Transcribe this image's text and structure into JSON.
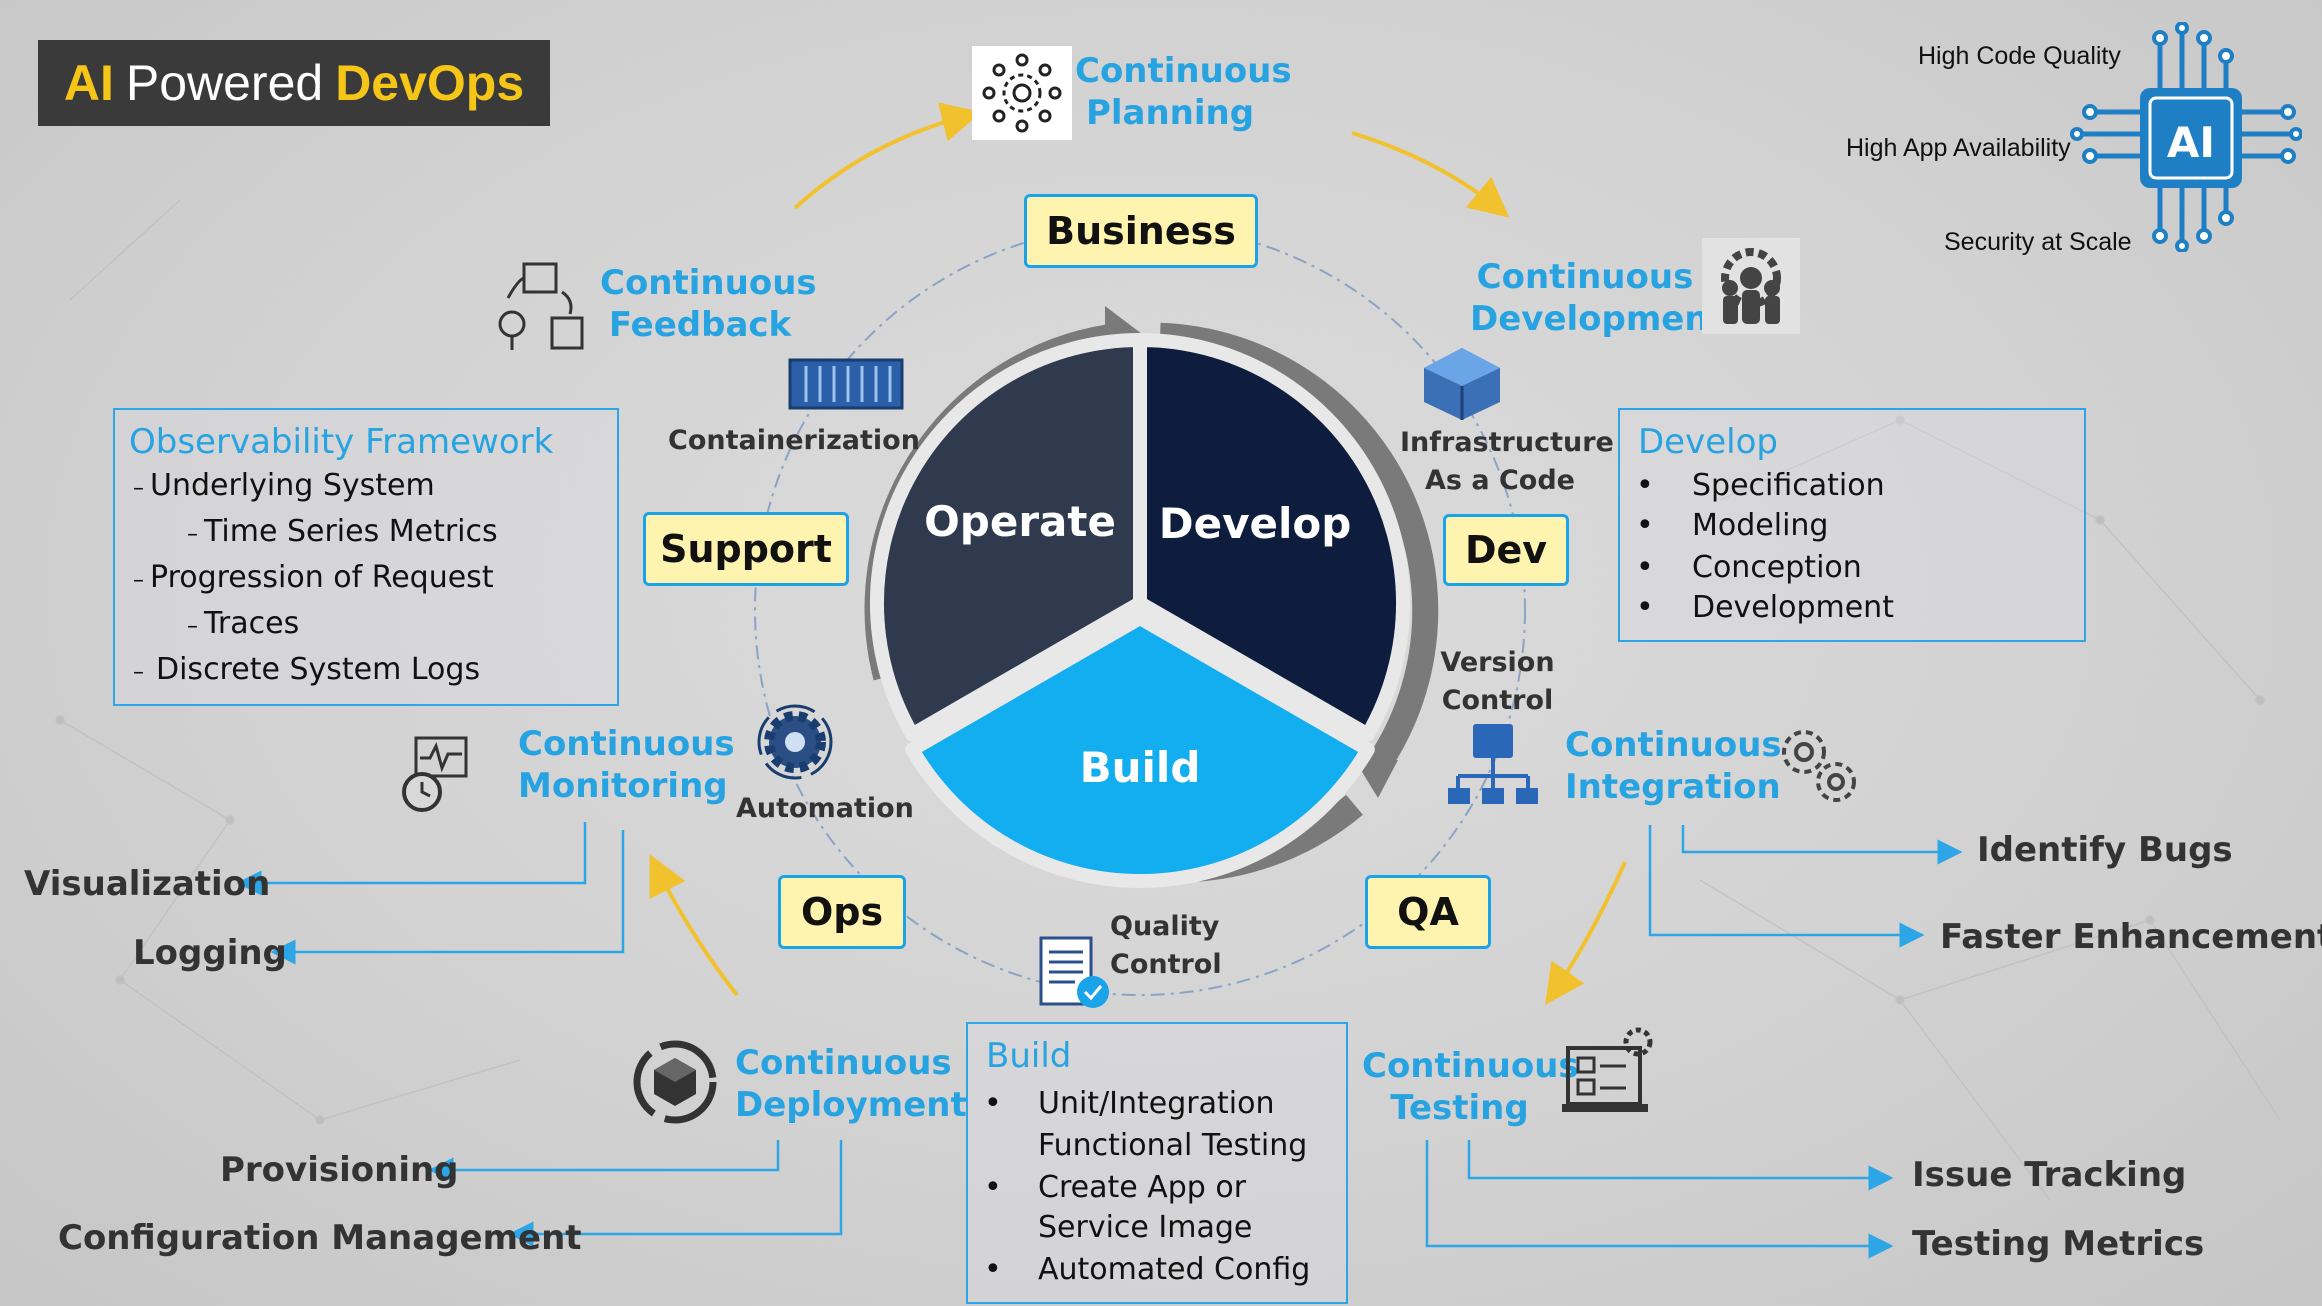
{
  "title": {
    "prefix": "AI",
    "middle": "Powered",
    "suffix": "DevOps"
  },
  "center": {
    "operate": "Operate",
    "develop": "Develop",
    "build": "Build"
  },
  "roles": {
    "business": "Business",
    "support": "Support",
    "dev": "Dev",
    "ops": "Ops",
    "qa": "QA"
  },
  "phases": {
    "planning": [
      "Continuous",
      "Planning"
    ],
    "development": [
      "Continuous",
      "Development"
    ],
    "feedback": [
      "Continuous",
      "Feedback"
    ],
    "monitoring": [
      "Continuous",
      "Monitoring"
    ],
    "integration": [
      "Continuous",
      "Integration"
    ],
    "deployment": [
      "Continuous",
      "Deployment"
    ],
    "testing": [
      "Continuous",
      "Testing"
    ]
  },
  "tools": {
    "containerization": "Containerization",
    "iac": [
      "Infrastructure",
      "As a Code"
    ],
    "version_control": [
      "Version",
      "Control"
    ],
    "automation": "Automation",
    "quality_control": [
      "Quality",
      "Control"
    ]
  },
  "observability": {
    "title": "Observability Framework",
    "lines": [
      "Underlying System",
      "Time Series Metrics",
      "Progression of Request",
      "Traces",
      "Discrete System Logs"
    ],
    "dash": "–"
  },
  "develop_box": {
    "title": "Develop",
    "bullet": "•",
    "items": [
      "Specification",
      "Modeling",
      "Conception",
      "Development"
    ]
  },
  "build_box": {
    "title": "Build",
    "bullet": "•",
    "lines": [
      "Unit/Integration",
      "Functional Testing",
      "Create App or",
      "Service Image",
      "Automated Config"
    ]
  },
  "outputs": {
    "visualization": "Visualization",
    "logging": "Logging",
    "identify_bugs": "Identify Bugs",
    "faster_enhancement": "Faster Enhancement",
    "provisioning": "Provisioning",
    "configuration_management": "Configuration Management",
    "issue_tracking": "Issue Tracking",
    "testing_metrics": "Testing Metrics"
  },
  "ai_panel": {
    "chip": "AI",
    "benefits": [
      "High Code Quality",
      "High App Availability",
      "Security at Scale"
    ]
  },
  "colors": {
    "accent_blue": "#27a3e1",
    "operate_fill": "#2f3a4e",
    "develop_fill": "#0e1d3d",
    "build_fill": "#13aef0",
    "role_fill": "#fff3b0",
    "arrow_yellow": "#f2c12e",
    "chip_blue": "#1e7fc4"
  }
}
